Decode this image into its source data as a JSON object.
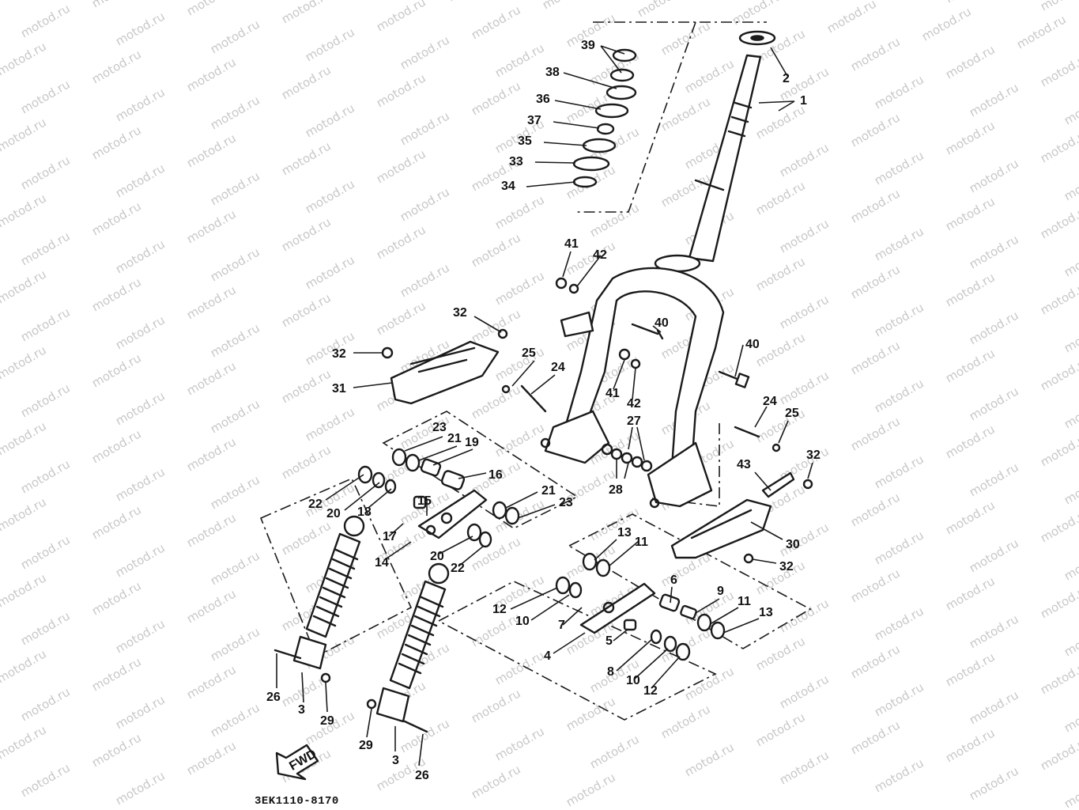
{
  "watermark": "motod.ru",
  "drawing_code": "3EK1110-8170",
  "fwd_label": "FWD",
  "callouts": [
    {
      "id": "c39a",
      "text": "39"
    },
    {
      "id": "c38",
      "text": "38"
    },
    {
      "id": "c36",
      "text": "36"
    },
    {
      "id": "c37",
      "text": "37"
    },
    {
      "id": "c35",
      "text": "35"
    },
    {
      "id": "c33",
      "text": "33"
    },
    {
      "id": "c34",
      "text": "34"
    },
    {
      "id": "c2",
      "text": "2"
    },
    {
      "id": "c1",
      "text": "1"
    },
    {
      "id": "c41a",
      "text": "41"
    },
    {
      "id": "c42a",
      "text": "42"
    },
    {
      "id": "c40a",
      "text": "40"
    },
    {
      "id": "c40b",
      "text": "40"
    },
    {
      "id": "c41b",
      "text": "41"
    },
    {
      "id": "c42b",
      "text": "42"
    },
    {
      "id": "c32a",
      "text": "32"
    },
    {
      "id": "c32b",
      "text": "32"
    },
    {
      "id": "c31",
      "text": "31"
    },
    {
      "id": "c25a",
      "text": "25"
    },
    {
      "id": "c24a",
      "text": "24"
    },
    {
      "id": "c27",
      "text": "27"
    },
    {
      "id": "c28",
      "text": "28"
    },
    {
      "id": "c24b",
      "text": "24"
    },
    {
      "id": "c25b",
      "text": "25"
    },
    {
      "id": "c32c",
      "text": "32"
    },
    {
      "id": "c43",
      "text": "43"
    },
    {
      "id": "c30",
      "text": "30"
    },
    {
      "id": "c32d",
      "text": "32"
    },
    {
      "id": "c23a",
      "text": "23"
    },
    {
      "id": "c21a",
      "text": "21"
    },
    {
      "id": "c19",
      "text": "19"
    },
    {
      "id": "c16",
      "text": "16"
    },
    {
      "id": "c22a",
      "text": "22"
    },
    {
      "id": "c20a",
      "text": "20"
    },
    {
      "id": "c18",
      "text": "18"
    },
    {
      "id": "c15",
      "text": "15"
    },
    {
      "id": "c17",
      "text": "17"
    },
    {
      "id": "c21b",
      "text": "21"
    },
    {
      "id": "c23b",
      "text": "23"
    },
    {
      "id": "c14",
      "text": "14"
    },
    {
      "id": "c20b",
      "text": "20"
    },
    {
      "id": "c22b",
      "text": "22"
    },
    {
      "id": "c13a",
      "text": "13"
    },
    {
      "id": "c11a",
      "text": "11"
    },
    {
      "id": "c6",
      "text": "6"
    },
    {
      "id": "c9",
      "text": "9"
    },
    {
      "id": "c11b",
      "text": "11"
    },
    {
      "id": "c13b",
      "text": "13"
    },
    {
      "id": "c12a",
      "text": "12"
    },
    {
      "id": "c10a",
      "text": "10"
    },
    {
      "id": "c7",
      "text": "7"
    },
    {
      "id": "c5",
      "text": "5"
    },
    {
      "id": "c4",
      "text": "4"
    },
    {
      "id": "c8",
      "text": "8"
    },
    {
      "id": "c10b",
      "text": "10"
    },
    {
      "id": "c12b",
      "text": "12"
    },
    {
      "id": "c26a",
      "text": "26"
    },
    {
      "id": "c3a",
      "text": "3"
    },
    {
      "id": "c29a",
      "text": "29"
    },
    {
      "id": "c29b",
      "text": "29"
    },
    {
      "id": "c3b",
      "text": "3"
    },
    {
      "id": "c26b",
      "text": "26"
    }
  ]
}
